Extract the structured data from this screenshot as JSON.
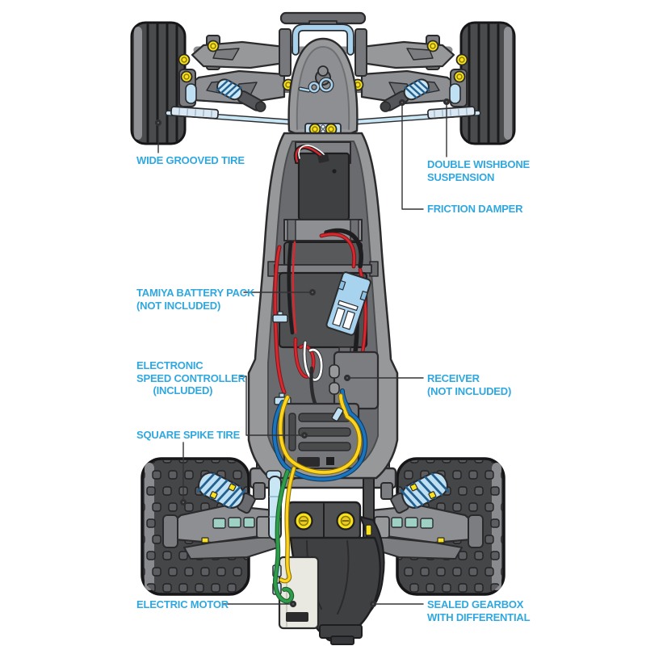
{
  "diagram": {
    "type": "rc-buggy-chassis-top-view",
    "label_color": "#2FA8E0",
    "leader_color": "#333336",
    "callouts": {
      "wide_grooved_tire": "WIDE GROOVED TIRE",
      "double_wishbone_suspension": "DOUBLE WISHBONE\nSUSPENSION",
      "friction_damper": "FRICTION DAMPER",
      "tamiya_battery_pack": "TAMIYA BATTERY PACK\n(NOT INCLUDED)",
      "electronic_speed_controller": "ELECTRONIC\nSPEED CONTROLLER\n      (INCLUDED)",
      "receiver": "RECEIVER\n(NOT INCLUDED)",
      "square_spike_tire": "SQUARE SPIKE TIRE",
      "electric_motor": "ELECTRIC MOTOR",
      "sealed_gearbox_with_differential": "SEALED GEARBOX\nWITH DIFFERENTIAL"
    }
  }
}
